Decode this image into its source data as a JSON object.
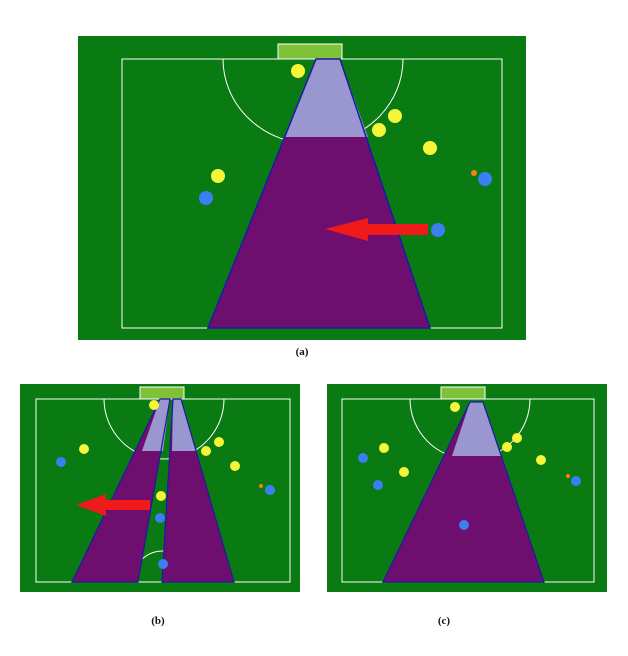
{
  "colors": {
    "field": "#0a7a12",
    "line": "#ffffff",
    "goal": "#7fc23a",
    "shadow": "#6e0f6f",
    "shadow_light": "#9a96cf",
    "shadow_edge": "#1a1aa8",
    "yellow_robot": "#f5f53a",
    "blue_robot": "#3b7ff2",
    "ball": "#ff7a1a",
    "arrow": "#f01a1a"
  },
  "panels": {
    "a": {
      "caption": "(a)"
    },
    "b": {
      "caption": "(b)"
    },
    "c": {
      "caption": "(c)"
    }
  }
}
